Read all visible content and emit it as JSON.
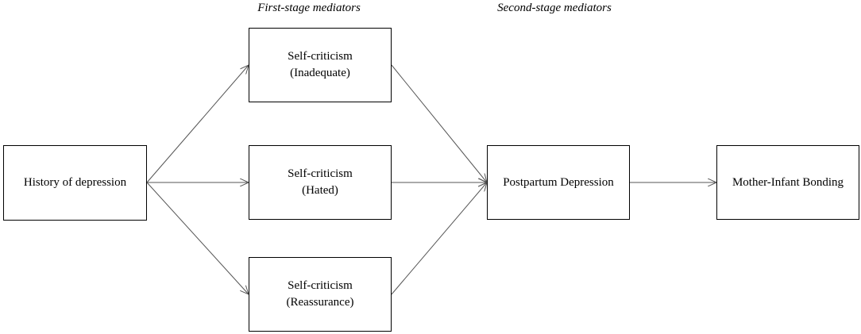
{
  "stages": {
    "first": "First-stage mediators",
    "second": "Second-stage mediators"
  },
  "nodes": {
    "history": {
      "line1": "History of depression"
    },
    "inadequate": {
      "line1": "Self-criticism",
      "line2": "(Inadequate)"
    },
    "hated": {
      "line1": "Self-criticism",
      "line2": "(Hated)"
    },
    "reassurance": {
      "line1": "Self-criticism",
      "line2": "(Reassurance)"
    },
    "ppd": {
      "line1": "Postpartum Depression"
    },
    "mib": {
      "line1": "Mother-Infant Bonding"
    }
  },
  "edges": [
    {
      "from": "history",
      "to": "inadequate"
    },
    {
      "from": "history",
      "to": "hated"
    },
    {
      "from": "history",
      "to": "reassurance"
    },
    {
      "from": "inadequate",
      "to": "ppd"
    },
    {
      "from": "hated",
      "to": "ppd"
    },
    {
      "from": "reassurance",
      "to": "ppd"
    },
    {
      "from": "ppd",
      "to": "mib"
    }
  ],
  "colors": {
    "line": "#555555",
    "border": "#000000",
    "background": "#ffffff"
  }
}
